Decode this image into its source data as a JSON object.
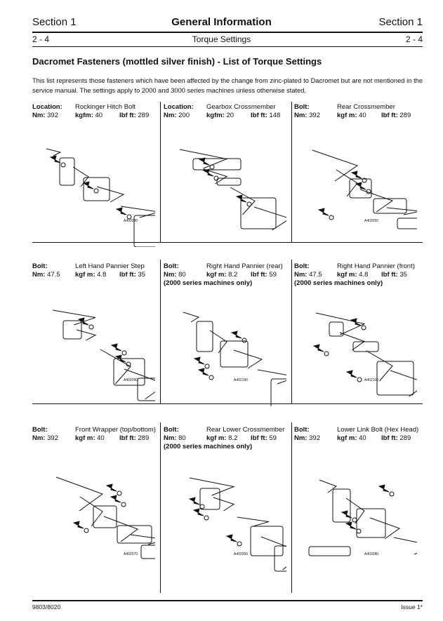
{
  "header": {
    "left": "Section 1",
    "center": "General Information",
    "right": "Section 1"
  },
  "subheader": {
    "left": "2 - 4",
    "center": "Torque Settings",
    "right": "2 - 4"
  },
  "title": "Dacromet Fasteners (mottled silver finish) - List of Torque Settings",
  "intro": "This list represents those fasteners which have been affected by the change from zinc-plated to Dacromet but are not mentioned in the service manual. The settings apply to 2000 and 3000 series machines unless otherwise stated.",
  "items": [
    {
      "label": "Location:",
      "name": "Rockinger Hitch Bolt",
      "nm_label": "Nm:",
      "nm": "392",
      "kgf_label": "kgfm:",
      "kgf": "40",
      "lbf_label": "lbf ft:",
      "lbf": "289",
      "note": "",
      "fig": "A402030"
    },
    {
      "label": "Location:",
      "name": "Gearbox Crossmember",
      "nm_label": "Nm:",
      "nm": "200",
      "kgf_label": "kgfm:",
      "kgf": "20",
      "lbf_label": "lbf ft:",
      "lbf": "148",
      "note": "",
      "fig": ""
    },
    {
      "label": "Bolt:",
      "name": "Rear Crossmember",
      "nm_label": "Nm:",
      "nm": "392",
      "kgf_label": "kgf m:",
      "kgf": "40",
      "lbf_label": "lbf ft:",
      "lbf": "289",
      "note": "",
      "fig": "A402050"
    },
    {
      "label": "Bolt:",
      "name": "Left Hand Pannier Step",
      "nm_label": "Nm:",
      "nm": "47.5",
      "kgf_label": "kgf m:",
      "kgf": "4.8",
      "lbf_label": "lbf ft:",
      "lbf": "35",
      "note": "",
      "fig": "A402090"
    },
    {
      "label": "Bolt:",
      "name": "Right Hand Pannier  (rear)",
      "nm_label": "Nm:",
      "nm": "80",
      "kgf_label": "kgf m:",
      "kgf": "8.2",
      "lbf_label": "lbf ft:",
      "lbf": "59",
      "note": "(2000 series machines only)",
      "fig": "A402190"
    },
    {
      "label": "Bolt:",
      "name": "Right Hand Pannier (front)",
      "nm_label": "Nm:",
      "nm": "47.5",
      "kgf_label": "kgf m:",
      "kgf": "4.8",
      "lbf_label": "lbf ft:",
      "lbf": "35",
      "note": "(2000 series machines only)",
      "fig": "A402100"
    },
    {
      "label": "Bolt:",
      "name": "Front Wrapper (top/bottom)",
      "nm_label": "Nm:",
      "nm": "392",
      "kgf_label": "kgf m:",
      "kgf": "40",
      "lbf_label": "lbf ft:",
      "lbf": "289",
      "note": "",
      "fig": "A402070"
    },
    {
      "label": "Bolt:",
      "name": "Rear Lower Crossmember",
      "nm_label": "Nm:",
      "nm": "80",
      "kgf_label": "kgf m:",
      "kgf": "8.2",
      "lbf_label": "lbf ft:",
      "lbf": "59",
      "note": "(2000 series machines only)",
      "fig": "A402050"
    },
    {
      "label": "Bolt:",
      "name": "Lower Link Bolt (Hex Head)",
      "nm_label": "Nm:",
      "nm": "392",
      "kgf_label": "kgf m:",
      "kgf": "40",
      "lbf_label": "lbf ft:",
      "lbf": "289",
      "note": "",
      "fig": "A402080"
    }
  ],
  "footer": {
    "left": "9803/8020",
    "right": "Issue 1*"
  }
}
